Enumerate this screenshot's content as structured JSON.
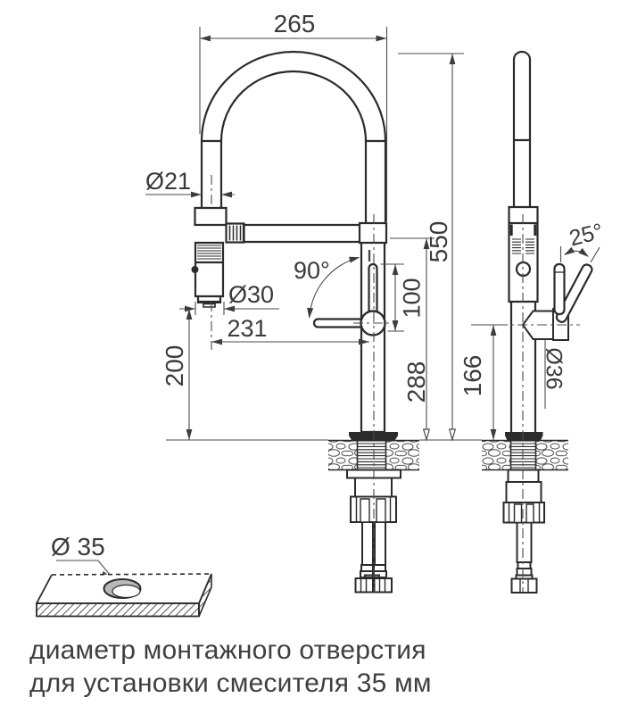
{
  "front_view": {
    "spout_width": "265",
    "spray_hose_diameter": "Ø21",
    "spray_head_diameter": "Ø30",
    "spout_reach": "231",
    "handle_arc": "90°",
    "lever_length": "100",
    "spout_height": "288",
    "total_height": "550",
    "spray_head_clearance": "200"
  },
  "side_view": {
    "handle_tilt": "25°",
    "body_diameter": "Ø36",
    "handle_height": "166"
  },
  "hole_diagram": {
    "hole_diameter": "Ø 35"
  },
  "caption": {
    "line1": "диаметр монтажного отверстия",
    "line2": "для установки смесителя 35 мм"
  },
  "colors": {
    "outline": "#2b2b2b",
    "dimension_line": "#4a4a4a",
    "label_text": "#3a3a3a",
    "hole_shade": "#b9b9b9",
    "background": "#ffffff"
  }
}
